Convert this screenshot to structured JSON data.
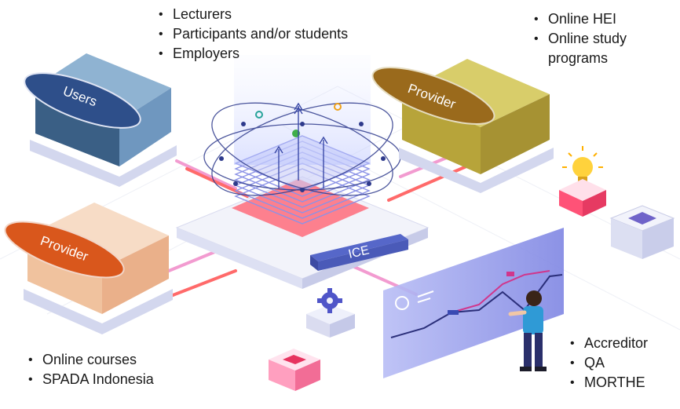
{
  "users": {
    "badge": "Users",
    "items": [
      "Lecturers",
      "Participants and/or students",
      "Employers"
    ]
  },
  "provider_hei": {
    "badge": "Provider",
    "items": [
      "Online HEI",
      "Online study programs"
    ]
  },
  "provider_courses": {
    "badge": "Provider",
    "items": [
      "Online courses",
      "SPADA Indonesia"
    ]
  },
  "hub": {
    "label": "ICE"
  },
  "quality": {
    "items": [
      "Accreditor",
      "QA",
      "MORTHE"
    ]
  },
  "colors": {
    "users_box": "#5b86a8",
    "provider_hei_box": "#c9b43a",
    "provider_courses_box": "#f3c9a6",
    "users_badge": "#2e4f8a",
    "provider_hei_badge": "#9a6a1c",
    "provider_courses_badge": "#d9571c",
    "hub_glow": "#ff5a5a",
    "accent_purple": "#6f63c9"
  },
  "icons": [
    "users-box",
    "provider-box",
    "ice-hub",
    "lightbulb-icon",
    "gear-icon",
    "person-figure",
    "analytics-chart"
  ]
}
